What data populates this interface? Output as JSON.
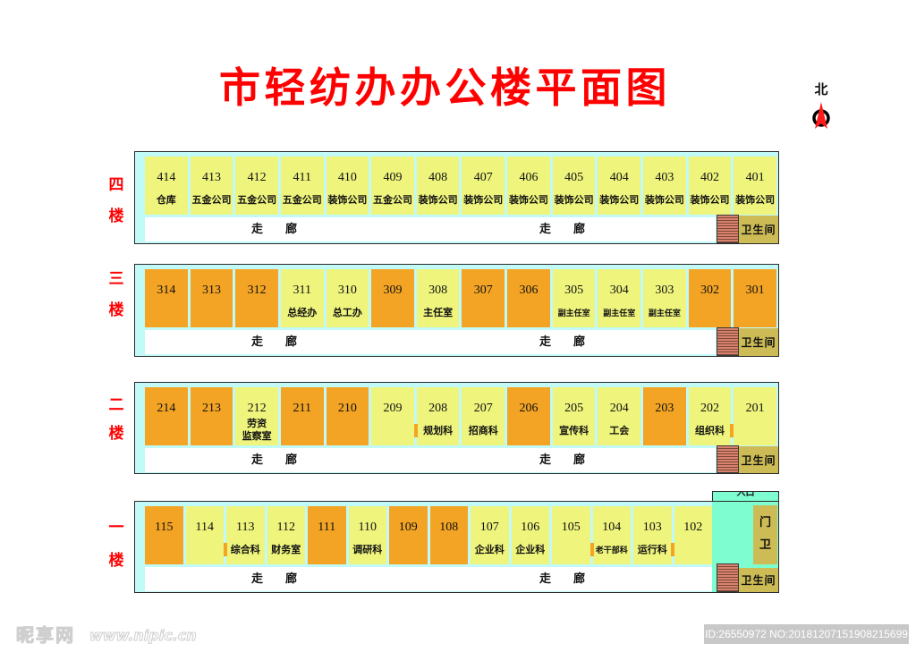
{
  "title": "市轻纺办办公楼平面图",
  "compass": {
    "label": "北",
    "icon": "north-arrow-icon"
  },
  "colors": {
    "title": "#ff0000",
    "floor_label": "#ff0000",
    "room_yellow": "#eef47c",
    "room_orange": "#f3a424",
    "building_bg": "#c2f9f9",
    "corridor": "#ffffff",
    "entrance_hall": "#7dfdd0",
    "toilet": "#cdbb55",
    "stairs": "#d9836f"
  },
  "floors": [
    {
      "floor": "4F",
      "label_num": "四",
      "label_suffix": "楼",
      "corridor_labels": [
        "走廊",
        "走廊"
      ],
      "toilet_label": "卫生间",
      "rooms": [
        {
          "number": "414",
          "name": "仓库",
          "fill": "yellow"
        },
        {
          "number": "413",
          "name": "五金公司",
          "fill": "yellow"
        },
        {
          "number": "412",
          "name": "五金公司",
          "fill": "yellow"
        },
        {
          "number": "411",
          "name": "五金公司",
          "fill": "yellow"
        },
        {
          "number": "410",
          "name": "装饰公司",
          "fill": "yellow"
        },
        {
          "number": "409",
          "name": "五金公司",
          "fill": "yellow"
        },
        {
          "number": "408",
          "name": "装饰公司",
          "fill": "yellow"
        },
        {
          "number": "407",
          "name": "装饰公司",
          "fill": "yellow"
        },
        {
          "number": "406",
          "name": "装饰公司",
          "fill": "yellow"
        },
        {
          "number": "405",
          "name": "装饰公司",
          "fill": "yellow"
        },
        {
          "number": "404",
          "name": "装饰公司",
          "fill": "yellow"
        },
        {
          "number": "403",
          "name": "装饰公司",
          "fill": "yellow"
        },
        {
          "number": "402",
          "name": "装饰公司",
          "fill": "yellow"
        },
        {
          "number": "401",
          "name": "装饰公司",
          "fill": "yellow"
        }
      ]
    },
    {
      "floor": "3F",
      "label_num": "三",
      "label_suffix": "楼",
      "corridor_labels": [
        "走廊",
        "走廊"
      ],
      "toilet_label": "卫生间",
      "rooms": [
        {
          "number": "314",
          "fill": "orange"
        },
        {
          "number": "313",
          "fill": "orange"
        },
        {
          "number": "312",
          "fill": "orange"
        },
        {
          "number": "311",
          "name": "总经办",
          "fill": "yellow"
        },
        {
          "number": "310",
          "name": "总工办",
          "fill": "yellow"
        },
        {
          "number": "309",
          "fill": "orange"
        },
        {
          "number": "308",
          "name": "主任室",
          "fill": "yellow"
        },
        {
          "number": "307",
          "fill": "orange"
        },
        {
          "number": "306",
          "fill": "orange"
        },
        {
          "number": "305",
          "name": "副主任室",
          "fill": "yellow",
          "size": "small"
        },
        {
          "number": "304",
          "name": "副主任室",
          "fill": "yellow",
          "size": "small"
        },
        {
          "number": "303",
          "name": "副主任室",
          "fill": "yellow",
          "size": "small"
        },
        {
          "number": "302",
          "fill": "orange"
        },
        {
          "number": "301",
          "fill": "orange"
        }
      ]
    },
    {
      "floor": "2F",
      "label_num": "二",
      "label_suffix": "楼",
      "corridor_labels": [
        "走廊",
        "走廊"
      ],
      "toilet_label": "卫生间",
      "rooms": [
        {
          "number": "214",
          "fill": "orange"
        },
        {
          "number": "213",
          "fill": "orange"
        },
        {
          "number": "212",
          "name": "劳资\n监察室",
          "fill": "yellow",
          "size": "multi"
        },
        {
          "number": "211",
          "fill": "orange"
        },
        {
          "number": "210",
          "fill": "orange"
        },
        {
          "number": "209",
          "fill": "yellow"
        },
        {
          "number": "208",
          "name": "规划科",
          "fill": "yellow",
          "marker": "left"
        },
        {
          "number": "207",
          "name": "招商科",
          "fill": "yellow"
        },
        {
          "number": "206",
          "fill": "orange"
        },
        {
          "number": "205",
          "name": "宣传科",
          "fill": "yellow"
        },
        {
          "number": "204",
          "name": "工会",
          "fill": "yellow"
        },
        {
          "number": "203",
          "fill": "orange"
        },
        {
          "number": "202",
          "name": "组织科",
          "fill": "yellow",
          "marker": "right"
        },
        {
          "number": "201",
          "fill": "yellow"
        }
      ]
    },
    {
      "floor": "1F",
      "label_num": "一",
      "label_suffix": "楼",
      "corridor_labels": [
        "走廊",
        "走廊"
      ],
      "toilet_label": "卫生间",
      "rooms": [
        {
          "number": "115",
          "fill": "orange"
        },
        {
          "number": "114",
          "fill": "yellow"
        },
        {
          "number": "113",
          "name": "综合科",
          "fill": "yellow",
          "marker": "left"
        },
        {
          "number": "112",
          "name": "财务室",
          "fill": "yellow"
        },
        {
          "number": "111",
          "fill": "orange"
        },
        {
          "number": "110",
          "name": "调研科",
          "fill": "yellow"
        },
        {
          "number": "109",
          "fill": "orange"
        },
        {
          "number": "108",
          "fill": "orange"
        },
        {
          "number": "107",
          "name": "企业科",
          "fill": "yellow"
        },
        {
          "number": "106",
          "name": "企业科",
          "fill": "yellow"
        },
        {
          "number": "105",
          "fill": "yellow"
        },
        {
          "number": "104",
          "name": "老干部科",
          "fill": "yellow",
          "size": "small",
          "marker": "left"
        },
        {
          "number": "103",
          "name": "运行科",
          "fill": "yellow",
          "marker": "right"
        },
        {
          "number": "102",
          "fill": "yellow"
        }
      ]
    }
  ],
  "entrance": {
    "label": "入口",
    "guard_room": [
      "门",
      "卫"
    ]
  },
  "watermark": {
    "site_name": "昵享网",
    "url": "www.nipic.cn",
    "id_text": "ID:26550972 NO:20181207151908215699"
  }
}
